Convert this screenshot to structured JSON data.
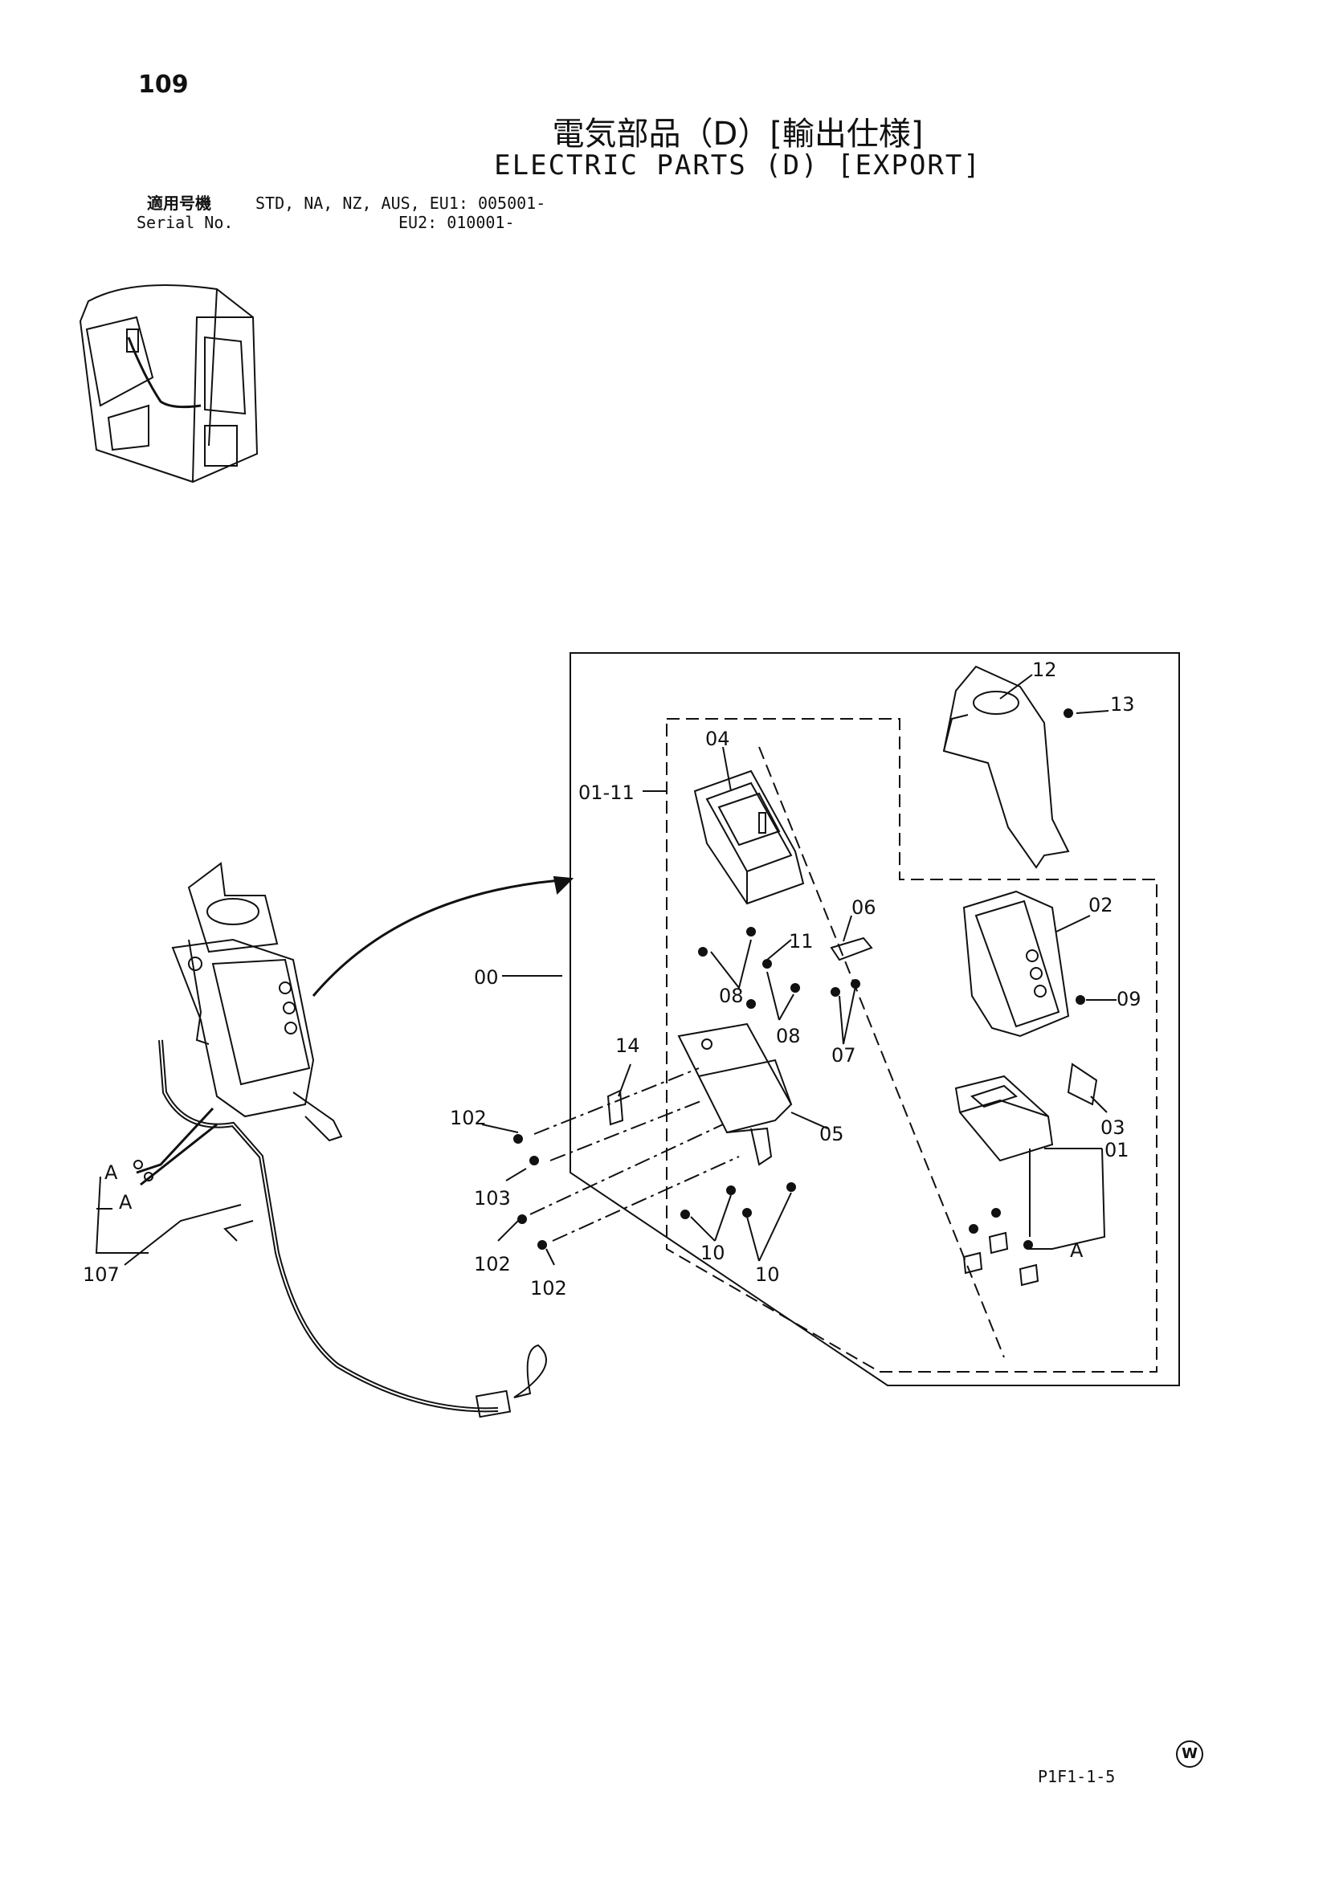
{
  "header": {
    "page_number": "109",
    "title_jp": "電気部品（D）[輸出仕様]",
    "title_en": "ELECTRIC PARTS (D) [EXPORT]"
  },
  "serial": {
    "label_jp": "適用号機",
    "label_en": "Serial No.",
    "line1": "STD, NA, NZ, AUS, EU1: 005001-",
    "line2": "EU2: 010001-"
  },
  "callouts": {
    "c00": "00",
    "c01_11": "01-11",
    "c01": "01",
    "c02": "02",
    "c03": "03",
    "c04": "04",
    "c05": "05",
    "c06": "06",
    "c07": "07",
    "c08a": "08",
    "c08b": "08",
    "c09": "09",
    "c10a": "10",
    "c10b": "10",
    "c11": "11",
    "c12": "12",
    "c13": "13",
    "c14": "14",
    "c102a": "102",
    "c102b": "102",
    "c102c": "102",
    "c103": "103",
    "c107": "107",
    "cA1": "A",
    "cA2": "A",
    "cA3": "A"
  },
  "footer": {
    "drawing_code": "P1F1-1-5",
    "mark": "W"
  }
}
